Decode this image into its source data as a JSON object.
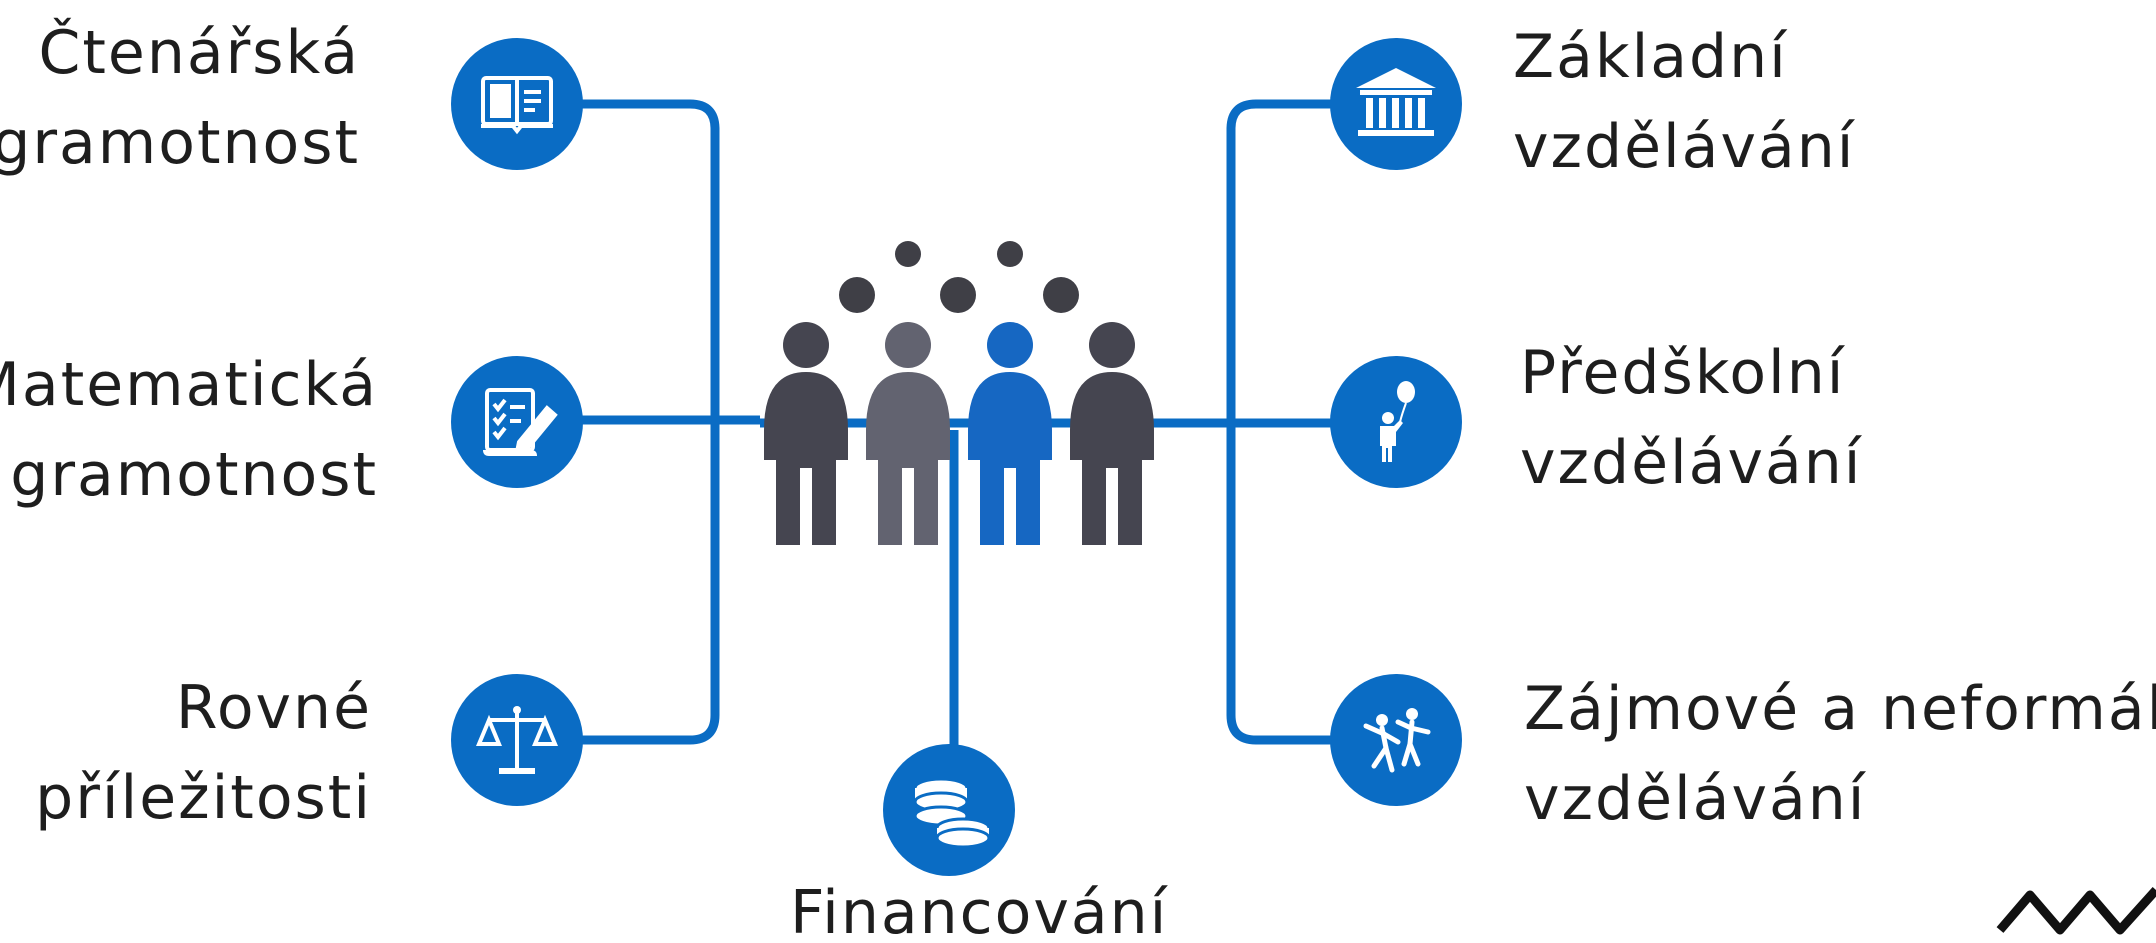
{
  "colors": {
    "accent": "#0a6cc4",
    "person_dark": "#454550",
    "person_gray": "#626370",
    "person_blue": "#1667c2",
    "dot": "#3f3f46",
    "text": "#1e1e1e",
    "icon_fg": "#ffffff"
  },
  "nodes": {
    "ctenarska": {
      "lines": [
        "Čtenářská",
        "gramotnost"
      ],
      "icon": "open-book-icon"
    },
    "matematicka": {
      "lines": [
        "Matematická",
        "gramotnost"
      ],
      "icon": "checklist-pencil-icon"
    },
    "rovne": {
      "lines": [
        "Rovné",
        "příležitosti"
      ],
      "icon": "scales-icon"
    },
    "zakladni": {
      "lines": [
        "Základní",
        "vzdělávání"
      ],
      "icon": "school-building-icon"
    },
    "predskolni": {
      "lines": [
        "Předškolní",
        "vzdělávání"
      ],
      "icon": "child-balloon-icon"
    },
    "zajmove": {
      "lines": [
        "Zájmové a neformální",
        "vzdělávání"
      ],
      "icon": "dancing-kids-icon"
    },
    "financovani": {
      "lines": [
        "Financování"
      ],
      "icon": "coins-icon"
    }
  },
  "center": {
    "icon": "people-group-icon"
  },
  "logo": {
    "icon": "brand-logo-icon"
  }
}
